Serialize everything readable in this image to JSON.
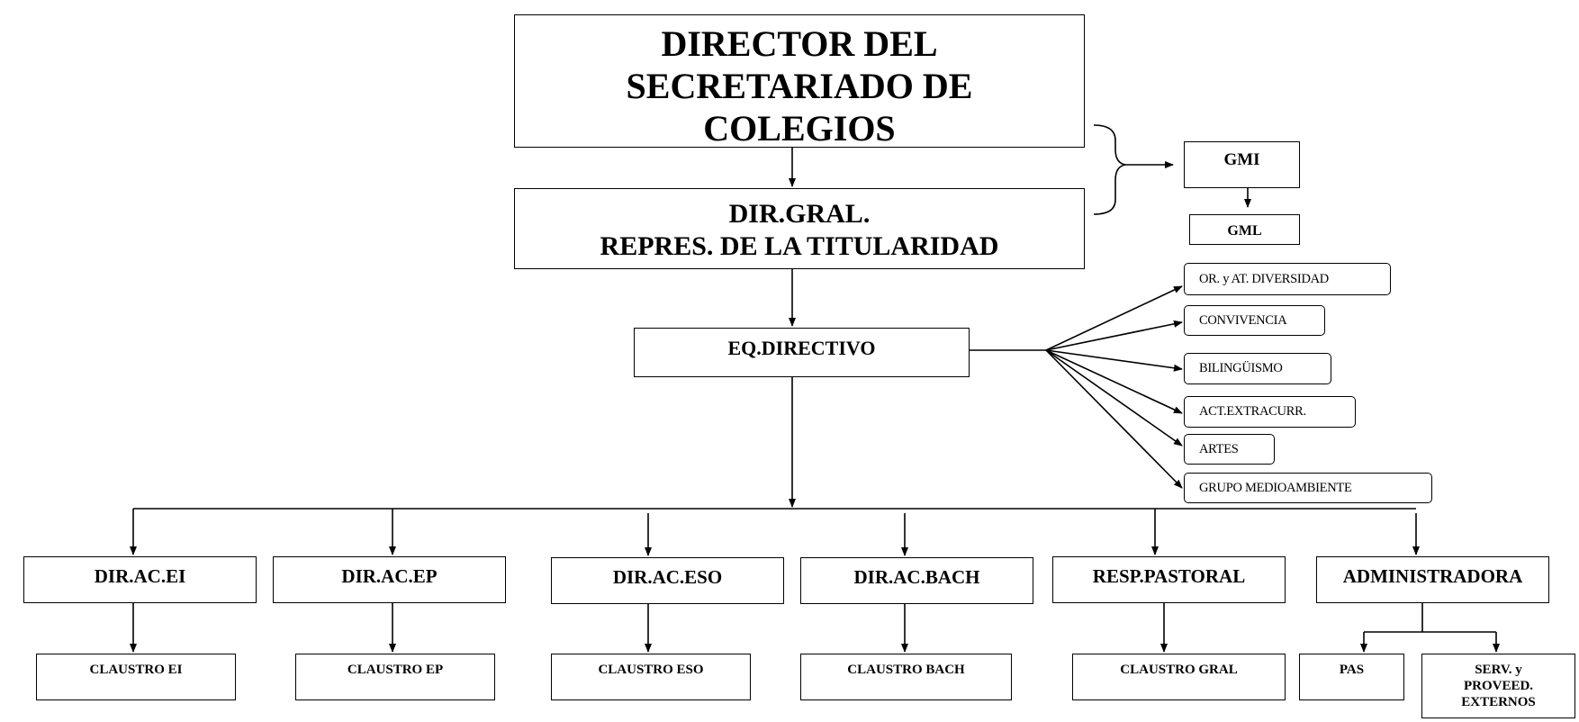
{
  "top": {
    "director": "DIRECTOR DEL\nSECRETARIADO DE\nCOLEGIOS",
    "dir_gral": "DIR.GRAL.\nREPRES. DE LA TITULARIDAD",
    "eq_directivo": "EQ.DIRECTIVO"
  },
  "side": {
    "gmi": "GMI",
    "gml": "GML"
  },
  "commissions": [
    "OR. y AT. DIVERSIDAD",
    "CONVIVENCIA",
    "BILINGÜISMO",
    "ACT.EXTRACURR.",
    "ARTES",
    "GRUPO MEDIOAMBIENTE"
  ],
  "departments": [
    "DIR.AC.EI",
    "DIR.AC.EP",
    "DIR.AC.ESO",
    "DIR.AC.BACH",
    "RESP.PASTORAL",
    "ADMINISTRADORA"
  ],
  "claustros": [
    "CLAUSTRO EI",
    "CLAUSTRO EP",
    "CLAUSTRO ESO",
    "CLAUSTRO BACH",
    "CLAUSTRO GRAL"
  ],
  "admin_children": {
    "pas": "PAS",
    "serv": "SERV. y\nPROVEED.\nEXTERNOS"
  }
}
